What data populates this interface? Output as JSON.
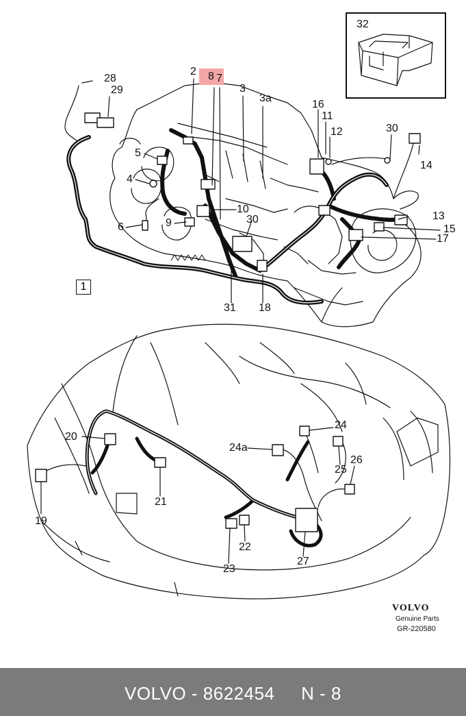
{
  "inset": {
    "number": "32"
  },
  "engine_labels": {
    "l28": "28",
    "l29": "29",
    "l2": "2",
    "l8": "8",
    "l7": "7",
    "l3": "3",
    "l3a": "3a",
    "l16": "16",
    "l11": "11",
    "l12": "12",
    "l30a": "30",
    "l14": "14",
    "l5": "5",
    "l4": "4",
    "l10": "10",
    "l30b": "30",
    "l9": "9",
    "l6": "6",
    "l13": "13",
    "l15": "15",
    "l17": "17",
    "l1": "1",
    "l31": "31",
    "l18": "18"
  },
  "car_labels": {
    "l20": "20",
    "l24": "24",
    "l24a": "24a",
    "l25": "25",
    "l26": "26",
    "l21": "21",
    "l19": "19",
    "l22": "22",
    "l23": "23",
    "l27": "27"
  },
  "highlight": {
    "label": "8",
    "color": "#f4a6a6"
  },
  "brand": {
    "logo": "VOLVO",
    "subtitle": "Genuine Parts",
    "ref": "GR-220580"
  },
  "footer": {
    "text": "VOLVO - 8622454     N - 8",
    "bg": "#7b7b7b"
  }
}
